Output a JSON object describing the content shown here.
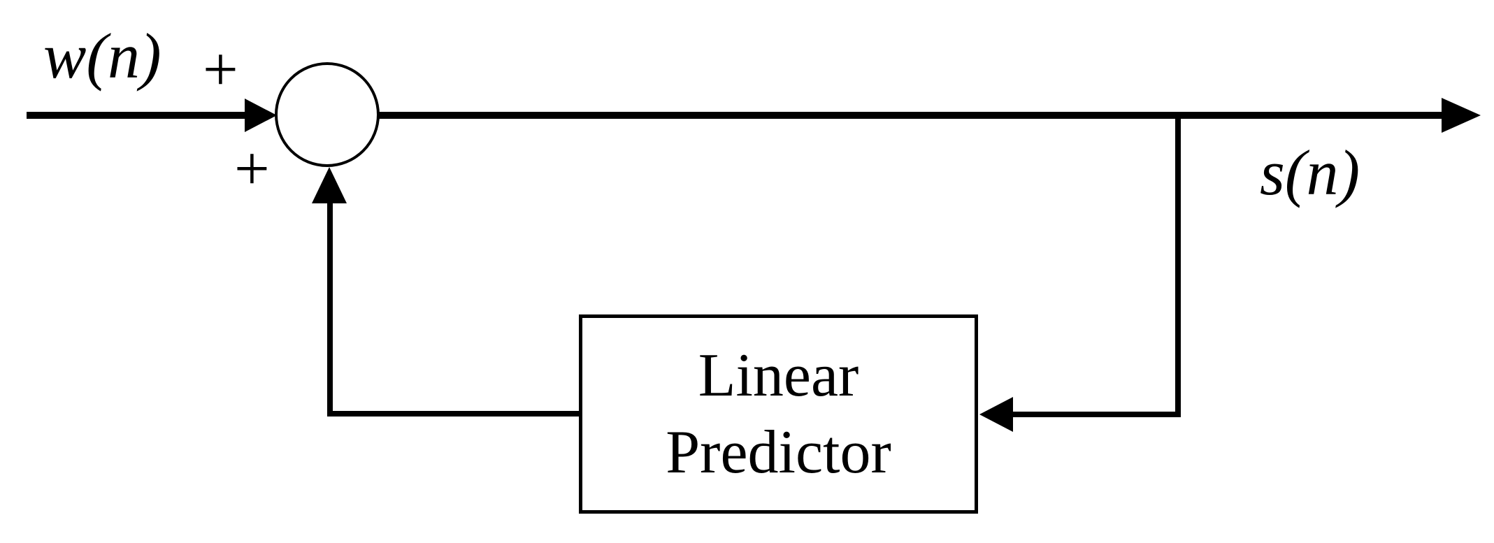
{
  "diagram": {
    "input_label": "w(n)",
    "output_label": "s(n)",
    "plus_top": "+",
    "plus_bottom": "+",
    "predictor_box": {
      "line1": "Linear",
      "line2": "Predictor"
    },
    "colors": {
      "line": "#000000",
      "text": "#000000",
      "background": "#ffffff"
    }
  }
}
